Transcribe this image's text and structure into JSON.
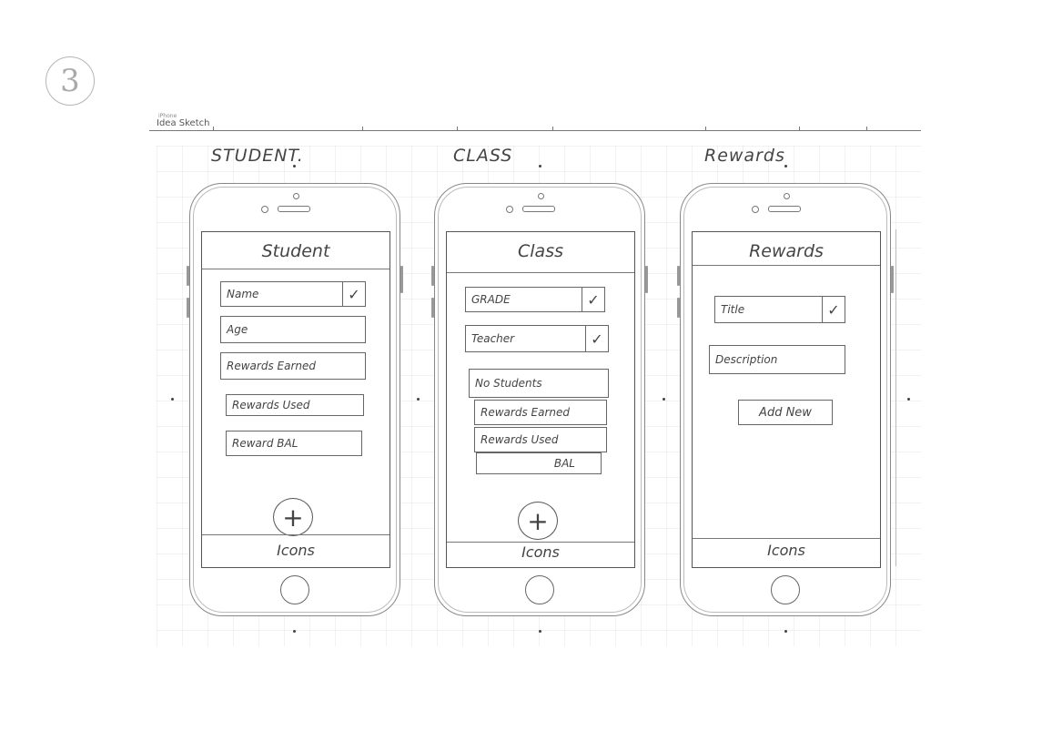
{
  "page_number": "3",
  "sheet": {
    "label_small": "iPhone",
    "title": "Idea Sketch"
  },
  "captions": [
    "STUDENT.",
    "CLASS",
    "Rewards"
  ],
  "student_screen": {
    "title": "Student",
    "fields": [
      "Name",
      "Age",
      "Rewards Earned",
      "Rewards Used",
      "Reward BAL"
    ],
    "check_mark": "✓",
    "fab": "+",
    "tabbar": "Icons"
  },
  "class_screen": {
    "title": "Class",
    "fields": [
      "GRADE",
      "Teacher",
      "No Students",
      "Rewards Earned",
      "Rewards Used",
      "BAL"
    ],
    "check_mark": "✓",
    "fab": "+",
    "tabbar": "Icons"
  },
  "rewards_screen": {
    "title": "Rewards",
    "fields": [
      "Title",
      "Description"
    ],
    "check_mark": "✓",
    "add_button": "Add New",
    "tabbar": "Icons"
  }
}
